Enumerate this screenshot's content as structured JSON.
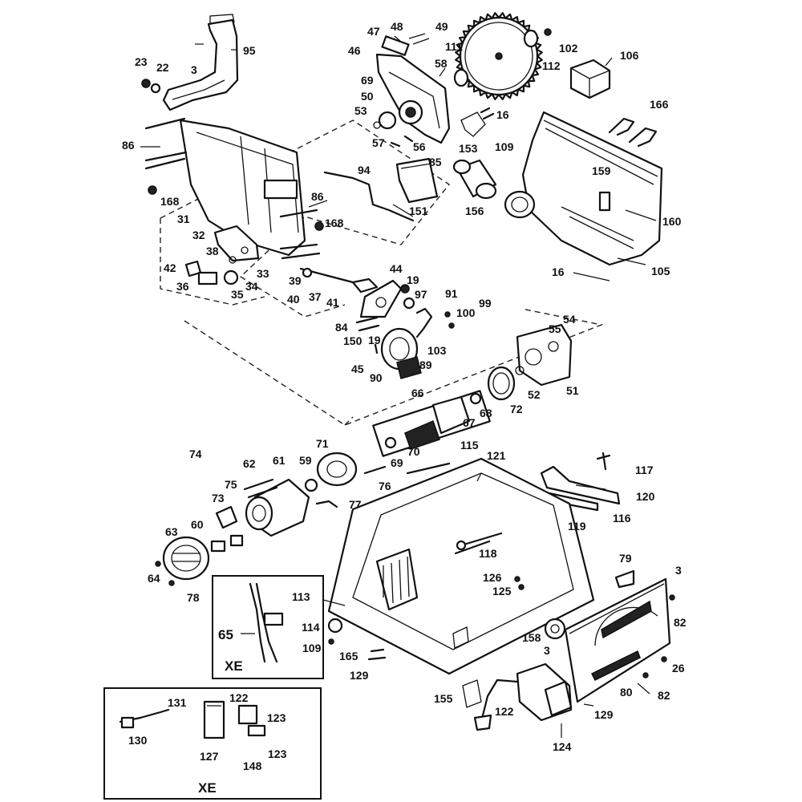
{
  "diagram": {
    "callouts": [
      "95",
      "23",
      "22",
      "3",
      "47",
      "48",
      "49",
      "46",
      "58",
      "111",
      "102",
      "112",
      "106",
      "69",
      "50",
      "53",
      "16",
      "153",
      "57",
      "56",
      "109",
      "85",
      "166",
      "86",
      "94",
      "151",
      "156",
      "159",
      "160",
      "168",
      "31",
      "105",
      "32",
      "38",
      "42",
      "36",
      "33",
      "34",
      "35",
      "39",
      "40",
      "37",
      "41",
      "44",
      "19",
      "97",
      "91",
      "100",
      "99",
      "84",
      "150",
      "45",
      "103",
      "90",
      "89",
      "54",
      "55",
      "51",
      "52",
      "72",
      "66",
      "67",
      "68",
      "69",
      "70",
      "71",
      "74",
      "62",
      "61",
      "59",
      "75",
      "73",
      "77",
      "76",
      "115",
      "121",
      "117",
      "120",
      "116",
      "119",
      "63",
      "60",
      "64",
      "78",
      "118",
      "79",
      "126",
      "125",
      "113",
      "114",
      "65",
      "82",
      "158",
      "26",
      "80",
      "155",
      "122",
      "124",
      "129",
      "165",
      "131",
      "130",
      "127",
      "123",
      "148"
    ],
    "inset_labels": [
      "XE",
      "XE"
    ]
  }
}
